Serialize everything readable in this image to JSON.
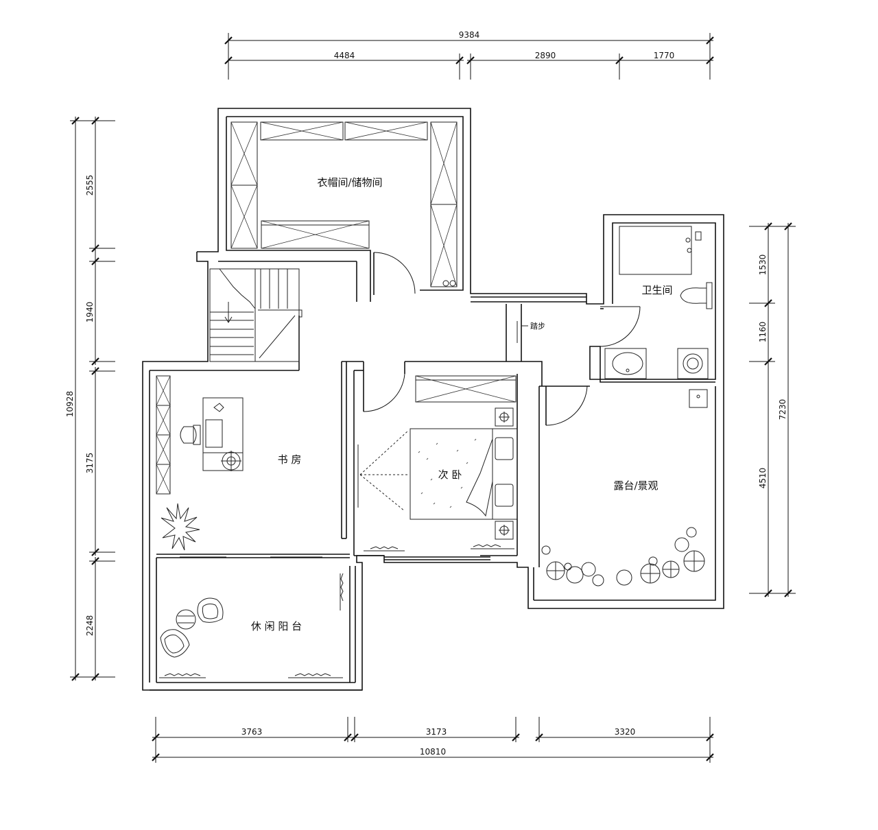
{
  "rooms": {
    "cloakroom": "衣帽间/储物间",
    "bathroom": "卫生间",
    "step": "踏步",
    "study": "书 房",
    "second_bedroom": "次 卧",
    "terrace": "露台/景观",
    "balcony": "休 闲 阳 台"
  },
  "dimensions": {
    "top_total": "9384",
    "top_segments": [
      "4484",
      "2890",
      "1770"
    ],
    "bottom_segments": [
      "3763",
      "3173",
      "3320"
    ],
    "bottom_total": "10810",
    "left_total": "10928",
    "left_segments": [
      "2555",
      "1940",
      "3175",
      "2248"
    ],
    "right_total": "7230",
    "right_segments": [
      "1530",
      "1160",
      "4510"
    ]
  },
  "colors": {
    "line": "#111111",
    "background": "#ffffff"
  }
}
